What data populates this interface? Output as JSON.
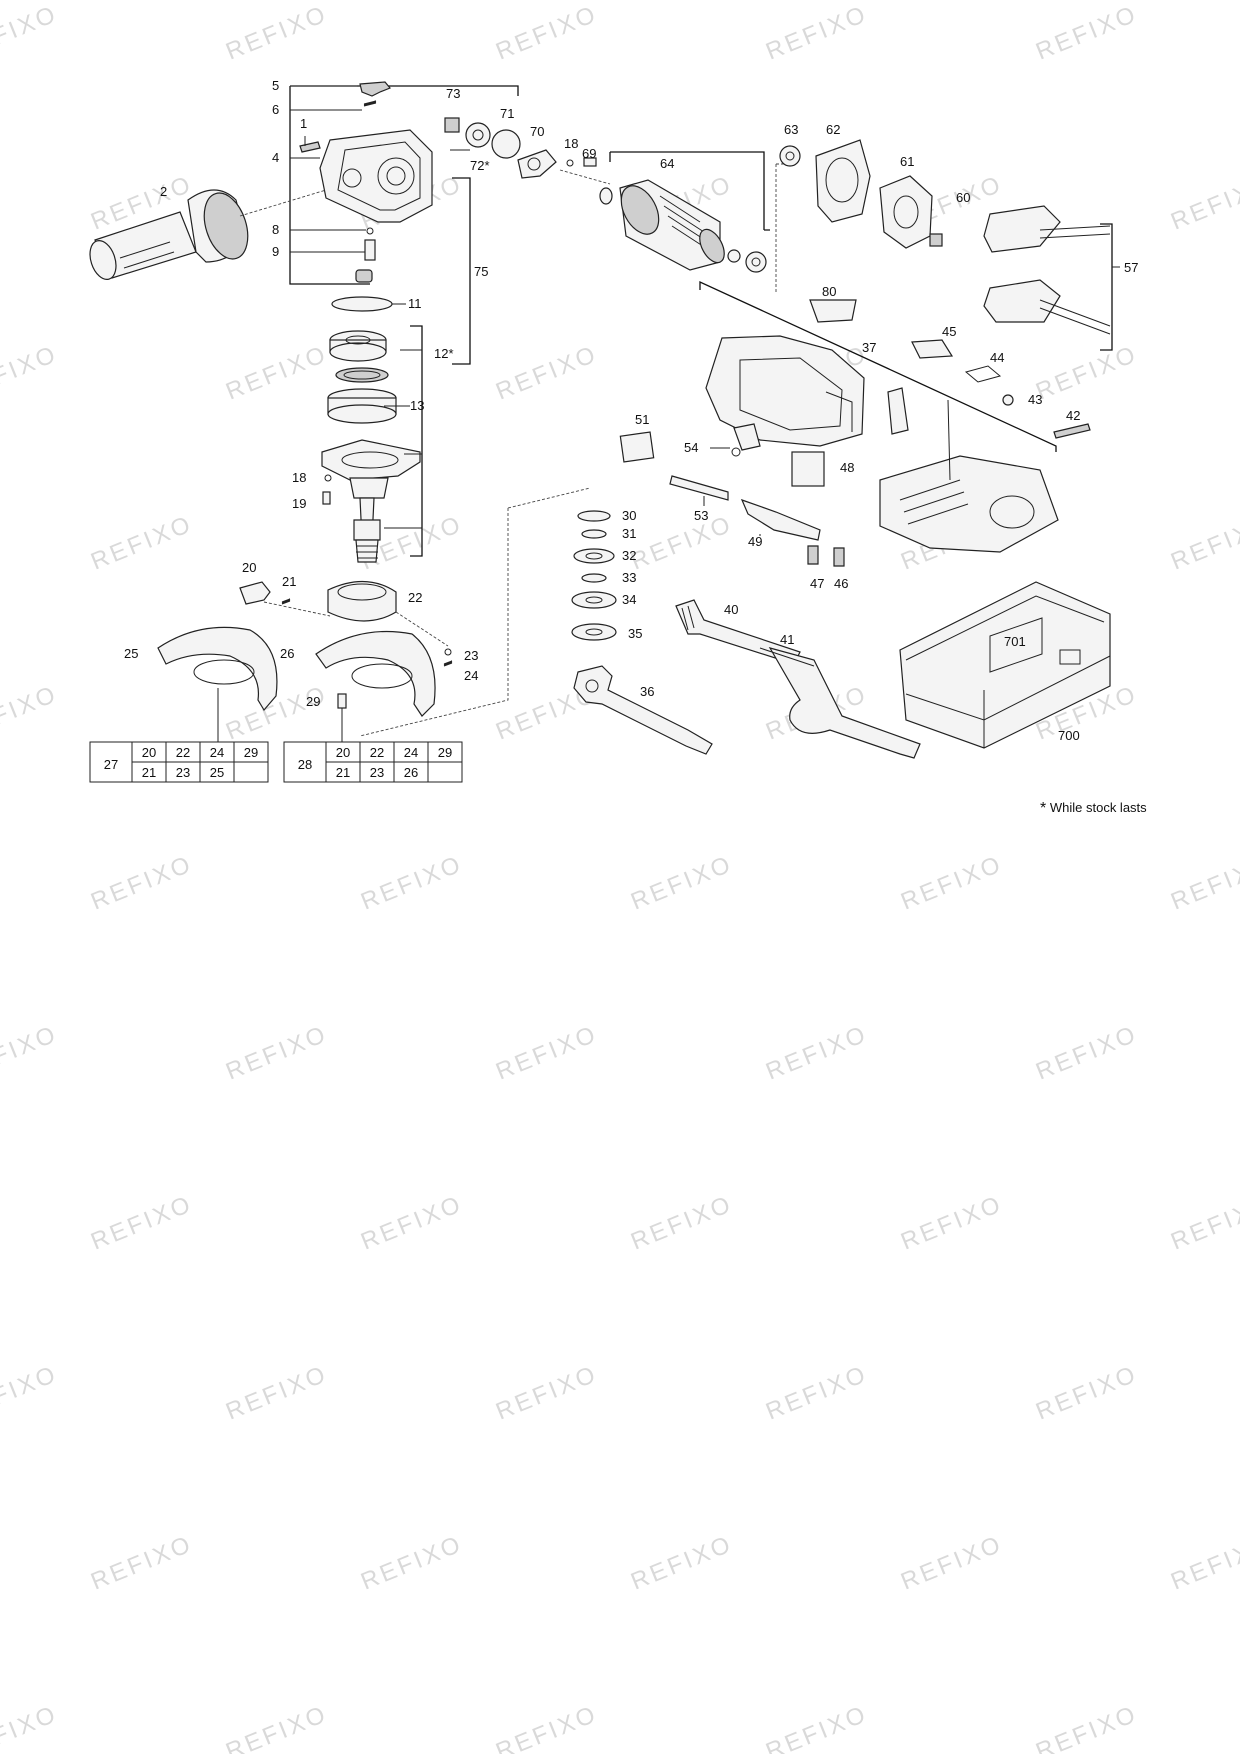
{
  "watermark_text": "REFIXO",
  "footnote": {
    "mark": "*",
    "text": "While stock lasts"
  },
  "labels": [
    {
      "id": "5",
      "text": "5"
    },
    {
      "id": "6",
      "text": "6"
    },
    {
      "id": "1",
      "text": "1"
    },
    {
      "id": "4",
      "text": "4"
    },
    {
      "id": "2",
      "text": "2"
    },
    {
      "id": "8",
      "text": "8"
    },
    {
      "id": "9",
      "text": "9"
    },
    {
      "id": "73",
      "text": "73"
    },
    {
      "id": "71",
      "text": "71"
    },
    {
      "id": "70",
      "text": "70"
    },
    {
      "id": "72",
      "text": "72*"
    },
    {
      "id": "18a",
      "text": "18"
    },
    {
      "id": "69",
      "text": "69"
    },
    {
      "id": "64",
      "text": "64"
    },
    {
      "id": "63",
      "text": "63"
    },
    {
      "id": "62",
      "text": "62"
    },
    {
      "id": "61",
      "text": "61"
    },
    {
      "id": "60",
      "text": "60"
    },
    {
      "id": "57",
      "text": "57"
    },
    {
      "id": "75",
      "text": "75"
    },
    {
      "id": "11",
      "text": "11"
    },
    {
      "id": "12",
      "text": "12*"
    },
    {
      "id": "13",
      "text": "13"
    },
    {
      "id": "18b",
      "text": "18"
    },
    {
      "id": "19",
      "text": "19"
    },
    {
      "id": "80",
      "text": "80"
    },
    {
      "id": "45",
      "text": "45"
    },
    {
      "id": "37",
      "text": "37"
    },
    {
      "id": "44",
      "text": "44"
    },
    {
      "id": "43",
      "text": "43"
    },
    {
      "id": "42",
      "text": "42"
    },
    {
      "id": "51",
      "text": "51"
    },
    {
      "id": "54",
      "text": "54"
    },
    {
      "id": "48",
      "text": "48"
    },
    {
      "id": "53",
      "text": "53"
    },
    {
      "id": "49",
      "text": "49"
    },
    {
      "id": "47",
      "text": "47"
    },
    {
      "id": "46",
      "text": "46"
    },
    {
      "id": "30",
      "text": "30"
    },
    {
      "id": "31",
      "text": "31"
    },
    {
      "id": "32",
      "text": "32"
    },
    {
      "id": "33",
      "text": "33"
    },
    {
      "id": "34",
      "text": "34"
    },
    {
      "id": "35",
      "text": "35"
    },
    {
      "id": "36",
      "text": "36"
    },
    {
      "id": "40",
      "text": "40"
    },
    {
      "id": "41",
      "text": "41"
    },
    {
      "id": "701",
      "text": "701"
    },
    {
      "id": "700",
      "text": "700"
    },
    {
      "id": "20",
      "text": "20"
    },
    {
      "id": "21",
      "text": "21"
    },
    {
      "id": "22",
      "text": "22"
    },
    {
      "id": "25",
      "text": "25"
    },
    {
      "id": "26",
      "text": "26"
    },
    {
      "id": "23",
      "text": "23"
    },
    {
      "id": "24",
      "text": "24"
    },
    {
      "id": "29",
      "text": "29"
    }
  ],
  "kit_tables": [
    {
      "kit": "27",
      "row1": [
        "20",
        "22",
        "24",
        "29"
      ],
      "row2": [
        "21",
        "23",
        "25",
        ""
      ]
    },
    {
      "kit": "28",
      "row1": [
        "20",
        "22",
        "24",
        "29"
      ],
      "row2": [
        "21",
        "23",
        "26",
        ""
      ]
    }
  ]
}
